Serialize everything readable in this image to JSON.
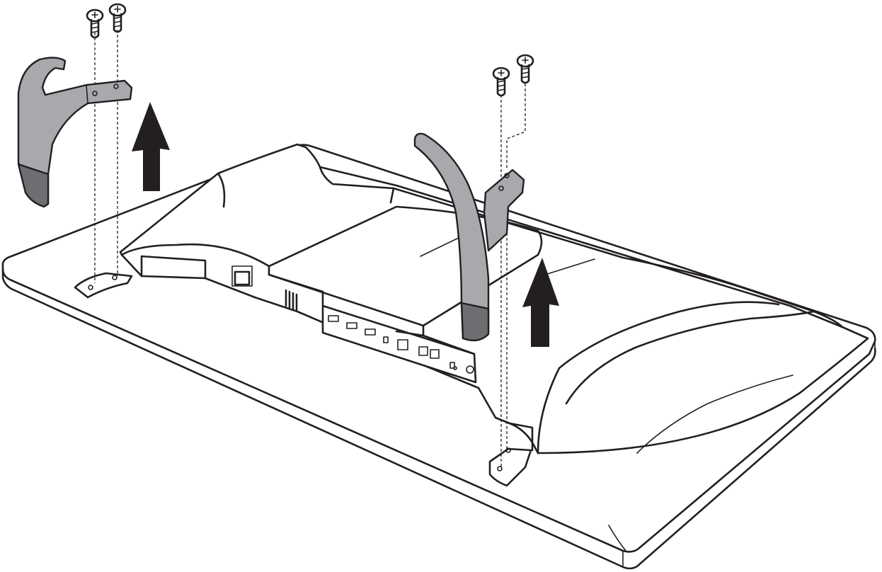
{
  "colors": {
    "outline": "#231f20",
    "stand_fill": "#a7a9ac",
    "stand_shade": "#6d6e71",
    "arrow": "#231f20",
    "background": "#ffffff"
  },
  "arrows": [
    {
      "direction": "up",
      "meaning": "lift-stand-off"
    },
    {
      "direction": "up",
      "meaning": "lift-stand-off"
    }
  ],
  "screws": [
    {
      "group": "left"
    },
    {
      "group": "left"
    },
    {
      "group": "right"
    },
    {
      "group": "right"
    }
  ]
}
